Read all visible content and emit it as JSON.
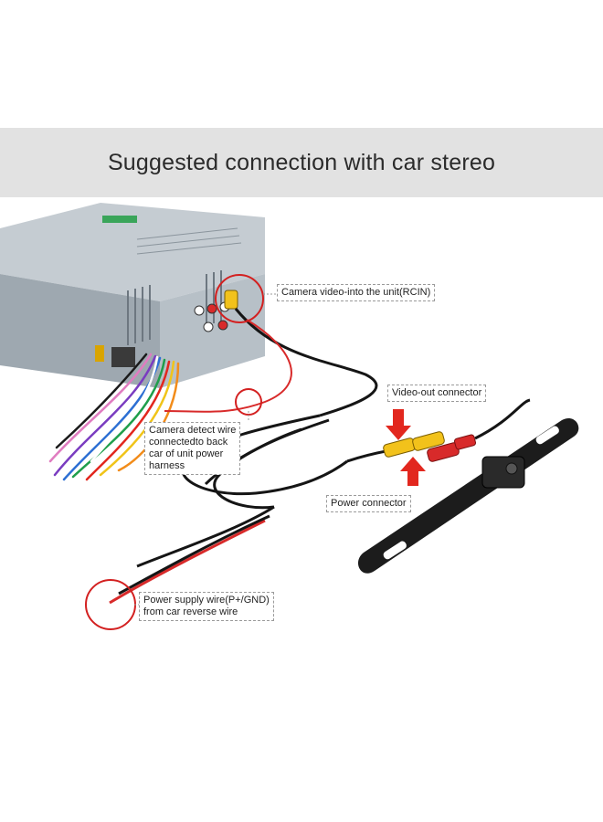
{
  "header": {
    "title": "Suggested connection with car stereo"
  },
  "callouts": {
    "camera_video": "Camera video-into the unit(RCIN)",
    "video_out": "Video-out connector",
    "detect_line1": "Camera detect wire",
    "detect_line2": "connectedto back",
    "detect_line3": "car of unit power",
    "detect_line4": "harness",
    "power_connector": "Power connector",
    "power_supply_line1": "Power supply wire(P+/GND)",
    "power_supply_line2": "from car reverse wire"
  },
  "colors": {
    "highlight_circle": "#d32020",
    "arrow": "#e2271e",
    "unit_body": "#a9b3bb",
    "camera": "#1c1c1c",
    "rca_yellow": "#f2c21b",
    "rca_red": "#d82a2a"
  }
}
